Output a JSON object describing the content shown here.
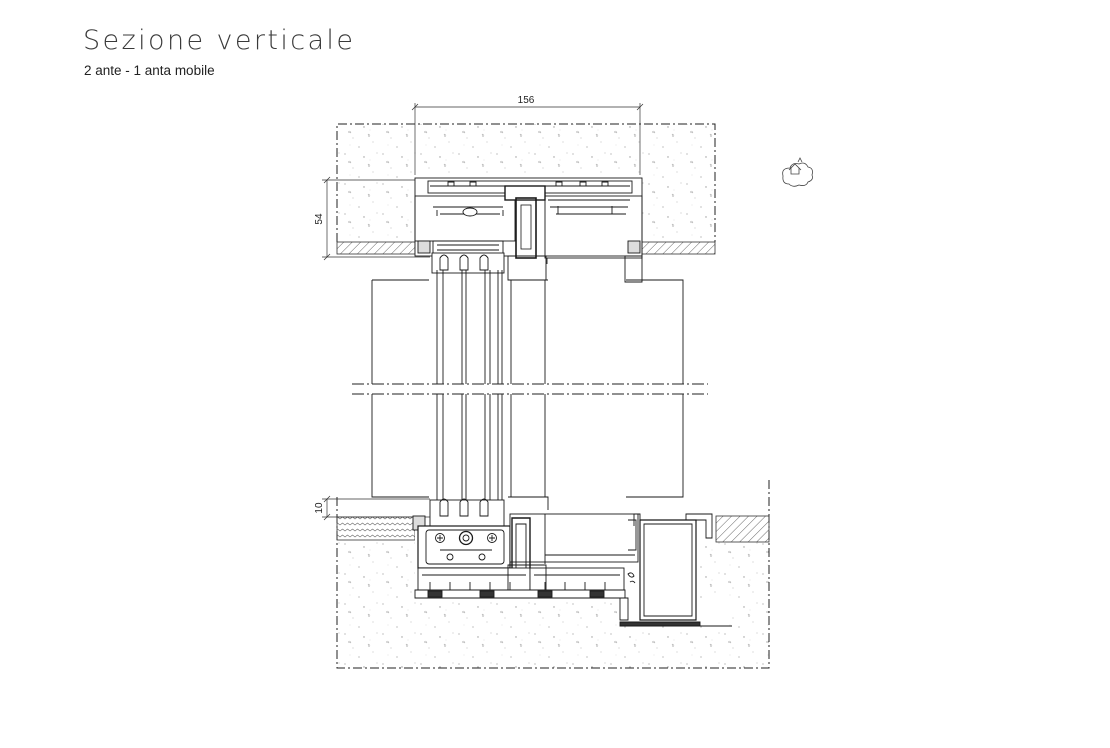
{
  "header": {
    "title": "Sezione verticale",
    "subtitle": "2 ante - 1 anta mobile"
  },
  "dimensions": {
    "width_top": "156",
    "head_height": "54",
    "sill_height": "10"
  },
  "icons": {
    "orientation": "cloud-house-icon"
  },
  "colors": {
    "line": "#1a1a1a",
    "concrete_dot": "#9a9a9a",
    "hatch": "#555555"
  }
}
